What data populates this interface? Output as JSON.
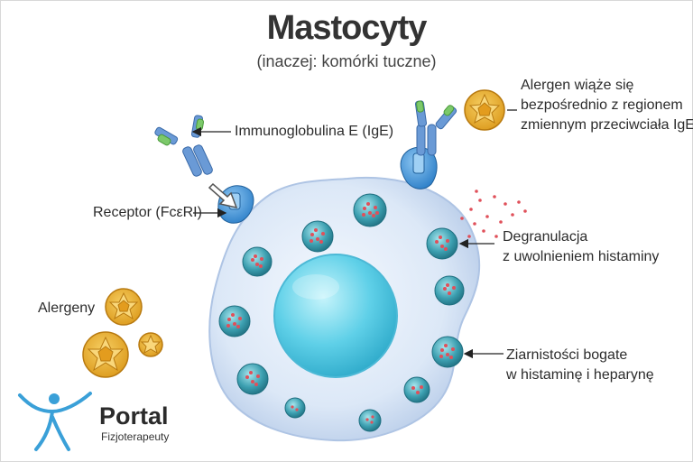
{
  "title": "Mastocyty",
  "subtitle": "(inaczej: komórki tuczne)",
  "labels": {
    "ige": "Immunoglobulina E (IgE)",
    "receptor": "Receptor (FcεRI)",
    "alergen_line1": "Alergen wiąże się",
    "alergen_line2": "bezpośrednio z regionem",
    "alergen_line3": "zmiennym przeciwciała IgE",
    "degran_line1": "Degranulacja",
    "degran_line2": "z uwolnieniem histaminy",
    "alergeny": "Alergeny",
    "granules_line1": "Ziarnistości bogate",
    "granules_line2": "w histaminę i heparynę"
  },
  "logo": {
    "name": "Portal",
    "tagline": "Fizjoterapeuty"
  },
  "colors": {
    "cell": "#dce8f7",
    "nucleus": "#5fd0e8",
    "granule": "#2f8fa0",
    "allergen": "#e8a826",
    "antibody": "#6a9ad6",
    "antibody_tip": "#7cc96a",
    "receptor": "#3a8fd8",
    "histamine": "#e0505a",
    "logo_figure": "#3aa0d8"
  }
}
